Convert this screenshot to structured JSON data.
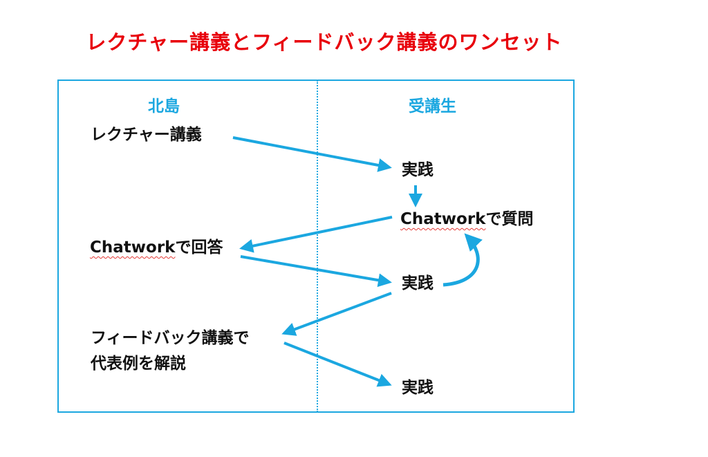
{
  "title": "レクチャー講義とフィードバック講義のワンセット",
  "columns": {
    "left": "北島",
    "right": "受講生"
  },
  "nodes": {
    "lecture": "レクチャー講義",
    "practice_1": "実践",
    "question_prefix": "Chatwork",
    "question_suffix": "で質問",
    "answer_prefix": "Chatwork",
    "answer_suffix": "で回答",
    "practice_2": "実践",
    "feedback_line1": "フィードバック講義で",
    "feedback_line2": "代表例を解説",
    "practice_3": "実践"
  },
  "colors": {
    "title": "#e8000b",
    "accent": "#1ba7e0",
    "header": "#1ba7e0",
    "text": "#111111",
    "spellcheck": "#e53935"
  }
}
